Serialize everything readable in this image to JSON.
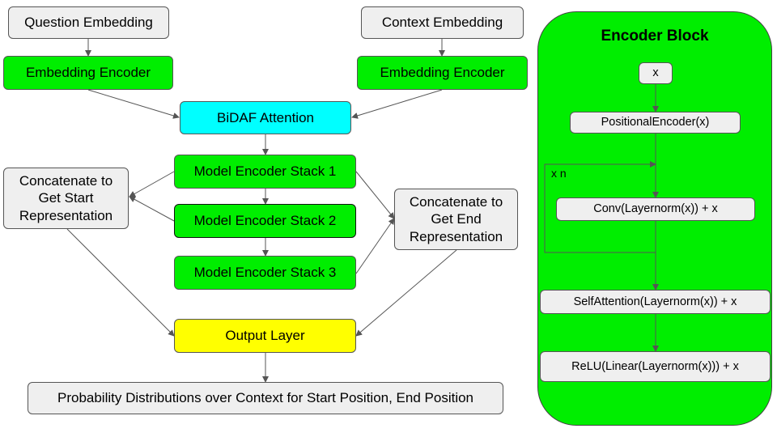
{
  "main": {
    "question_embedding": "Question Embedding",
    "context_embedding": "Context Embedding",
    "embedding_encoder_left": "Embedding Encoder",
    "embedding_encoder_right": "Embedding Encoder",
    "bidaf_attention": "BiDAF Attention",
    "model_encoder_stack_1": "Model Encoder Stack 1",
    "model_encoder_stack_2": "Model Encoder Stack 2",
    "model_encoder_stack_3": "Model Encoder Stack 3",
    "concat_start": "Concatenate to Get Start Representation",
    "concat_end": "Concatenate to Get End Representation",
    "output_layer": "Output Layer",
    "probability_distributions": "Probability Distributions over Context for Start Position, End Position"
  },
  "encoder_block": {
    "title": "Encoder Block",
    "input": "x",
    "positional": "PositionalEncoder(x)",
    "repeat": "x n",
    "conv": "Conv(Layernorm(x)) + x",
    "self_attention": "SelfAttention(Layernorm(x)) + x",
    "feed_forward": "ReLU(Linear(Layernorm(x))) + x"
  },
  "colors": {
    "embedding": "#efefef",
    "encoder": "#00ee00",
    "attention": "#00ffff",
    "output": "#ffff00",
    "edge": "#555555"
  }
}
